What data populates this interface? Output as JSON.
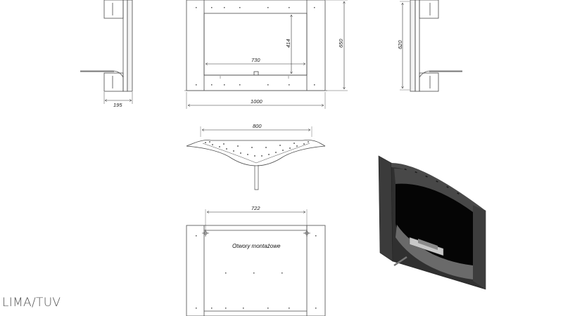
{
  "model": "LIMA/TUV",
  "views": {
    "left_side": {
      "depth": "195"
    },
    "front": {
      "opening_width": "730",
      "opening_height": "414",
      "overall_width": "1000",
      "overall_height": "650"
    },
    "right_side": {
      "height": "620"
    },
    "top": {
      "width": "800"
    },
    "back": {
      "mounting_span": "722",
      "note": "Otwory montażowe"
    }
  },
  "colors": {
    "line": "#4a4a4a",
    "dark_body": "#2c2c2c",
    "glass": "#050505"
  }
}
